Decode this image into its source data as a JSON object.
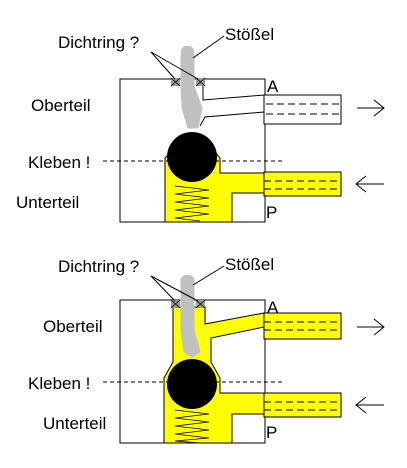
{
  "panels": [
    {
      "id": "top",
      "labels": {
        "seal": "Dichtring ?",
        "plunger": "Stößel",
        "upper_part": "Oberteil",
        "glue": "Kleben !",
        "lower_part": "Unterteil",
        "port_a": "A",
        "port_p": "P"
      },
      "flow": {
        "port_a": "out",
        "port_p": "in"
      },
      "pressurized": [
        "port_p",
        "lower_chamber"
      ]
    },
    {
      "id": "bottom",
      "labels": {
        "seal": "Dichtring ?",
        "plunger": "Stößel",
        "upper_part": "Oberteil",
        "glue": "Kleben !",
        "lower_part": "Unterteil",
        "port_a": "A",
        "port_p": "P"
      },
      "flow": {
        "port_a": "out",
        "port_p": "in"
      },
      "pressurized": [
        "port_p",
        "lower_chamber",
        "upper_channel",
        "port_a"
      ]
    }
  ],
  "colors": {
    "fluid": "#ffff00",
    "plunger": "#c0c0c0",
    "ball": "#000000",
    "outline": "#000000"
  }
}
